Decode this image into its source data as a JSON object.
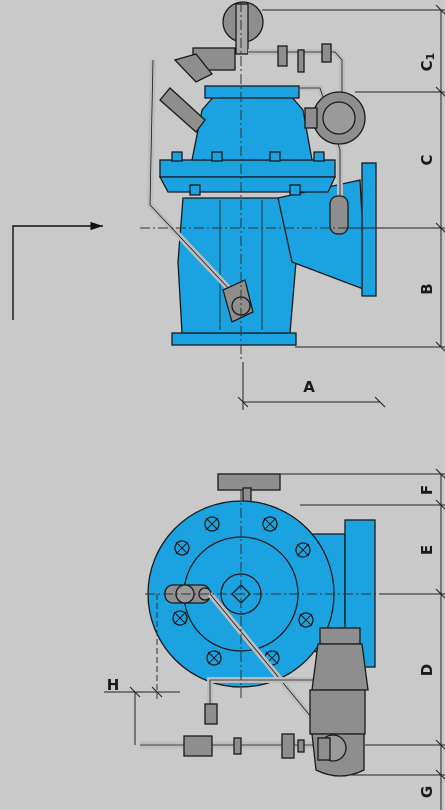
{
  "dimensions": {
    "a": "A",
    "b": "B",
    "c": "C",
    "c1": "C",
    "c1_sub": "1",
    "d": "D",
    "e": "E",
    "f": "F",
    "g": "G",
    "h": "H"
  },
  "colors": {
    "background": "#c9c9c9",
    "valve_blue": "#1aa3e0",
    "valve_outline": "#1a1a1a",
    "pilot_grey": "#8e8e8e",
    "pipe_grey": "#bdbdbd",
    "dim_line": "#222222"
  }
}
